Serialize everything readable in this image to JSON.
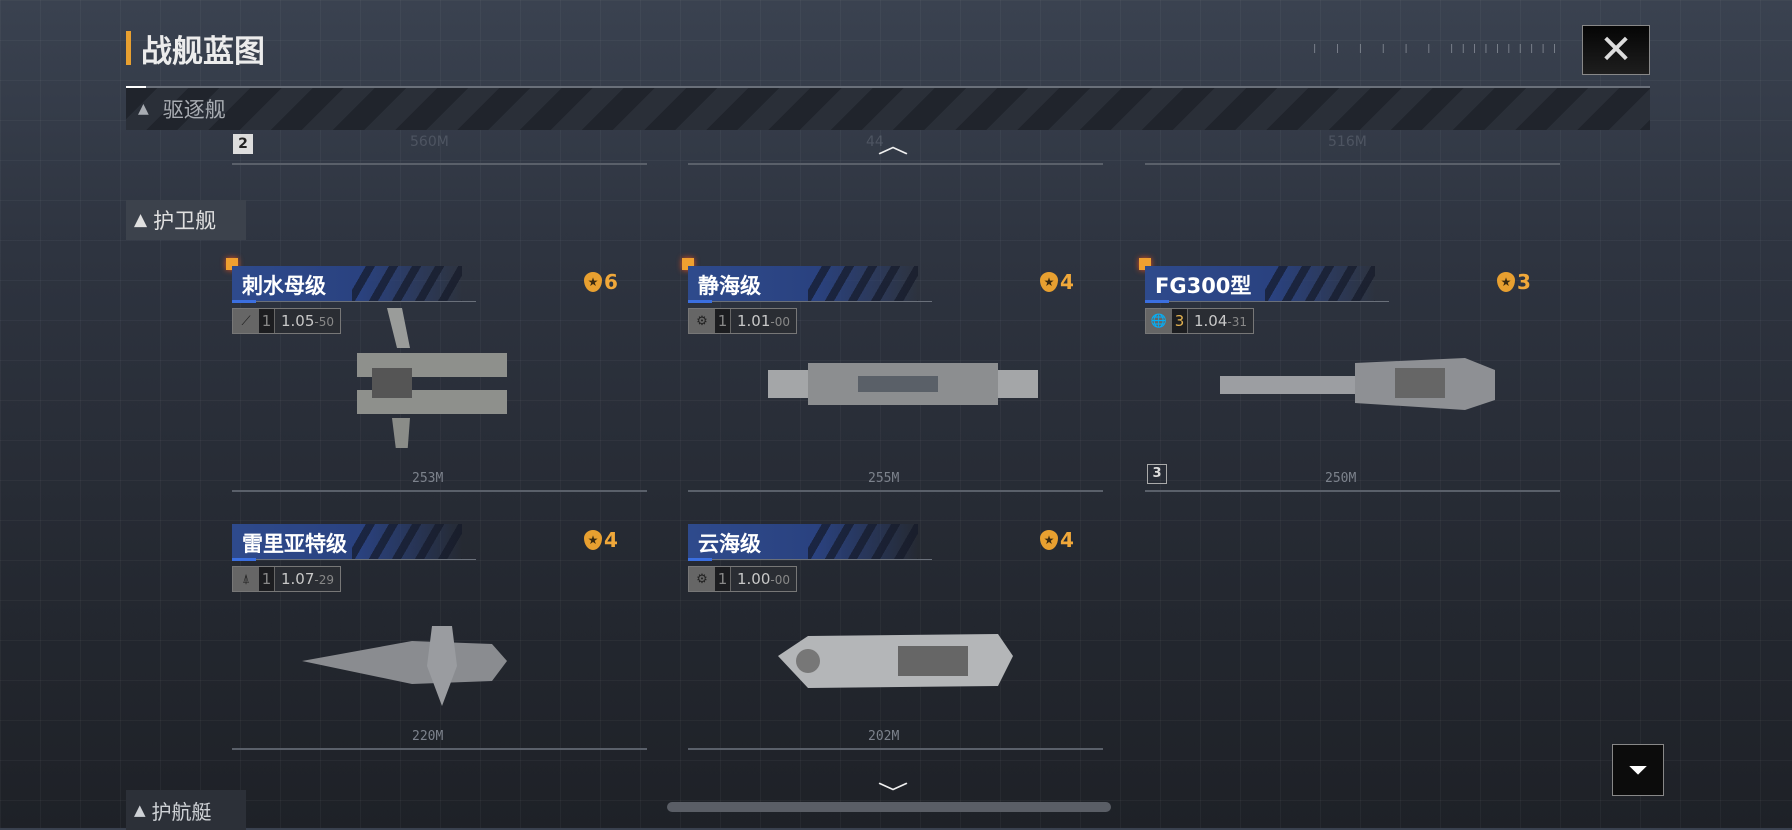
{
  "header": {
    "title": "战舰蓝图",
    "close_icon": "close-icon"
  },
  "categories": {
    "destroyer": "驱逐舰",
    "frigate": "护卫舰",
    "corvette": "护航艇"
  },
  "partial_row": {
    "badge": "2",
    "lengths": [
      "560M",
      "44",
      "516M"
    ]
  },
  "ships": [
    {
      "name": "刺水母级",
      "rank": "6",
      "level": "1",
      "version": "1.05",
      "version_sub": "50",
      "length": "253M"
    },
    {
      "name": "静海级",
      "rank": "4",
      "level": "1",
      "version": "1.01",
      "version_sub": "00",
      "length": "255M"
    },
    {
      "name": "FG300型",
      "rank": "3",
      "level": "3",
      "version": "1.04",
      "version_sub": "31",
      "length": "250M",
      "corner_badge": "3"
    },
    {
      "name": "雷里亚特级",
      "rank": "4",
      "level": "1",
      "version": "1.07",
      "version_sub": "29",
      "length": "220M"
    },
    {
      "name": "云海级",
      "rank": "4",
      "level": "1",
      "version": "1.00",
      "version_sub": "00",
      "length": "202M"
    }
  ],
  "colors": {
    "accent": "#f0a83a",
    "band": "#2e4a8c",
    "marker": "#f0a030"
  }
}
